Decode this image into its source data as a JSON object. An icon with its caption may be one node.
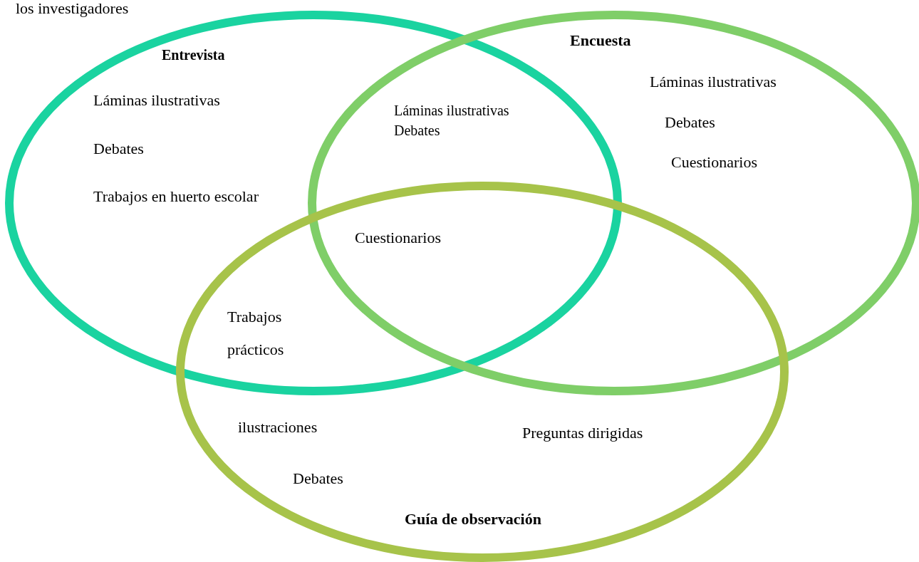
{
  "diagram": {
    "nodes": [
      {
        "text": [
          "Entrevista"
        ]
      },
      {
        "text": [
          "Encuesta"
        ]
      },
      {
        "text": [
          "Guía de observación"
        ]
      }
    ],
    "edges": [],
    "labels": [
      "los investigadores",
      "Láminas ilustrativas",
      "Debates",
      "Trabajos en huerto escolar",
      "Láminas ilustrativas",
      "Debates",
      "Láminas ilustrativas",
      "Debates",
      "Cuestionarios",
      "Cuestionarios",
      "Trabajos",
      "prácticos",
      "ilustraciones",
      "Preguntas dirigidas",
      "Debates"
    ]
  }
}
